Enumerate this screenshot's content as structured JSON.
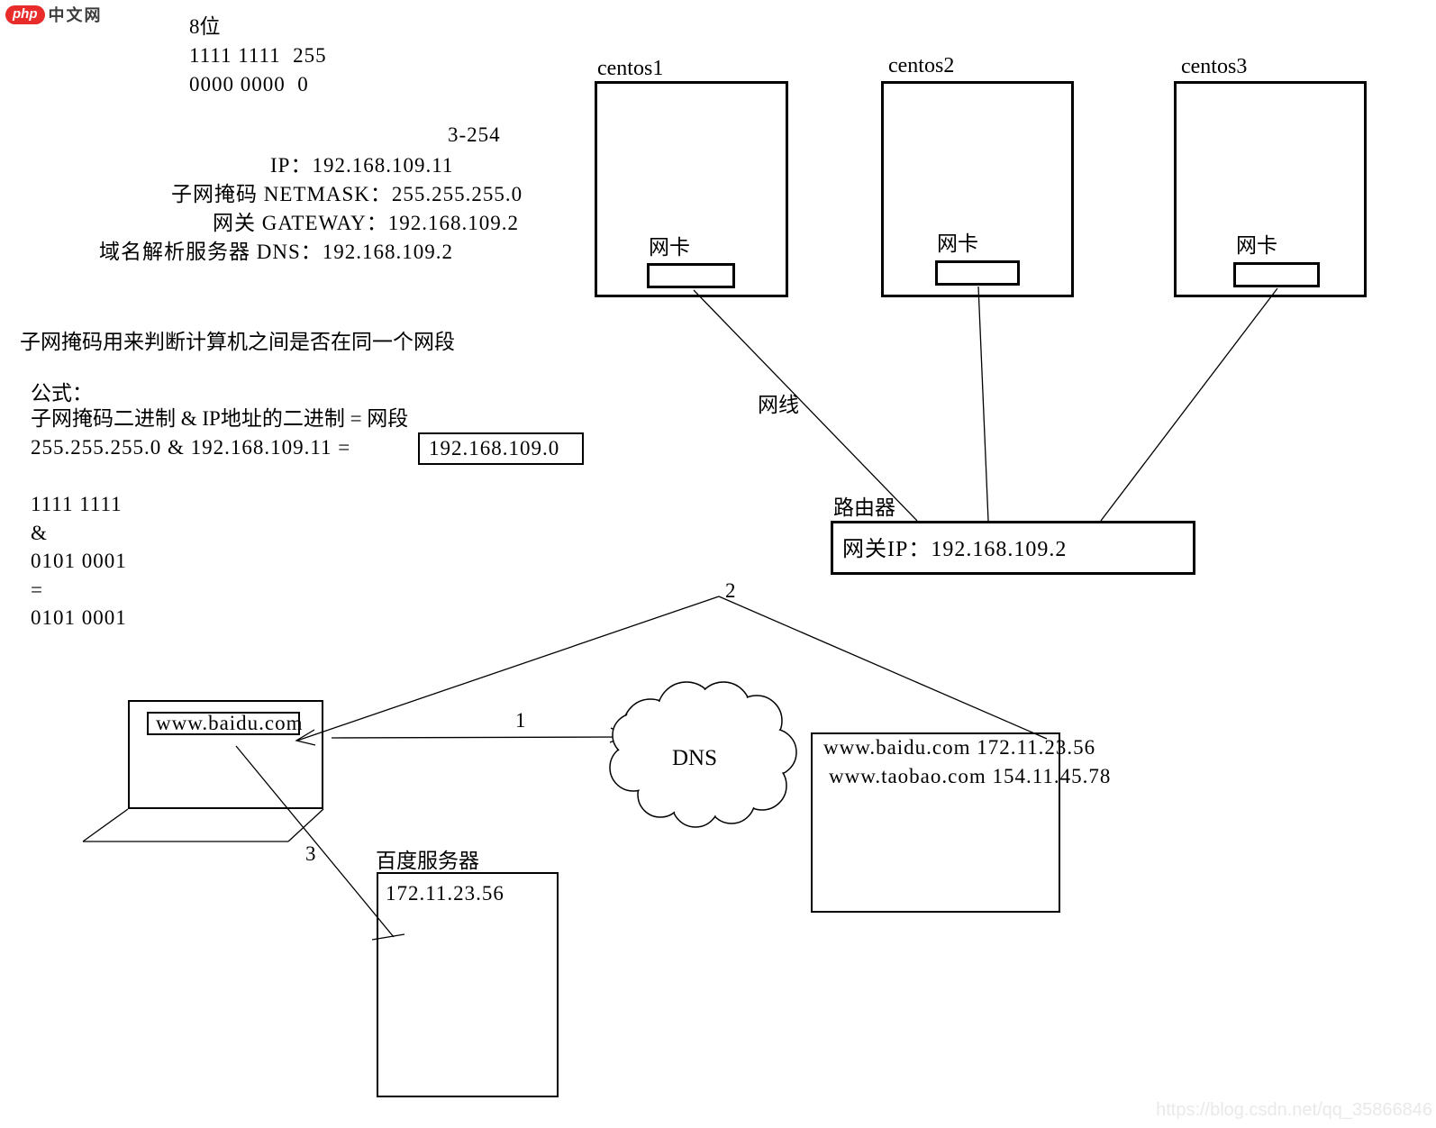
{
  "branding": {
    "logo_php": "php",
    "logo_cn": "中文网",
    "watermark": "https://blog.csdn.net/qq_35866846"
  },
  "notes": {
    "bits_label": "8位",
    "mask_ones": "1111 1111  255",
    "mask_zeros": "0000 0000  0",
    "host_range": "3-254",
    "ip_line": "IP：192.168.109.11",
    "netmask_line": "子网掩码 NETMASK：255.255.255.0",
    "gateway_line": "网关 GATEWAY：192.168.109.2",
    "dns_line": "域名解析服务器 DNS：192.168.109.2",
    "subnet_note": "子网掩码用来判断计算机之间是否在同一个网段",
    "formula_title": "公式：",
    "formula_line": "子网掩码二进制 & IP地址的二进制 = 网段",
    "calc_line": "255.255.255.0 & 192.168.109.11 =",
    "calc_result": "192.168.109.0",
    "bin_line1": "1111 1111",
    "bin_amp": "&",
    "bin_line2": "0101 0001",
    "bin_eq": "=",
    "bin_result": "0101 0001"
  },
  "hosts": [
    {
      "name": "centos1",
      "nic_label": "网卡"
    },
    {
      "name": "centos2",
      "nic_label": "网卡"
    },
    {
      "name": "centos3",
      "nic_label": "网卡"
    }
  ],
  "network": {
    "cable_label": "网线",
    "router_label": "路由器",
    "router_gateway": "网关IP：192.168.109.2"
  },
  "dns": {
    "cloud_label": "DNS",
    "records": [
      "www.baidu.com 172.11.23.56",
      "www.taobao.com 154.11.45.78"
    ]
  },
  "laptop": {
    "address_bar": "www.baidu.com"
  },
  "baidu_server": {
    "label": "百度服务器",
    "ip": "172.11.23.56"
  },
  "steps": {
    "step1": "1",
    "step2": "2",
    "step3": "3"
  }
}
